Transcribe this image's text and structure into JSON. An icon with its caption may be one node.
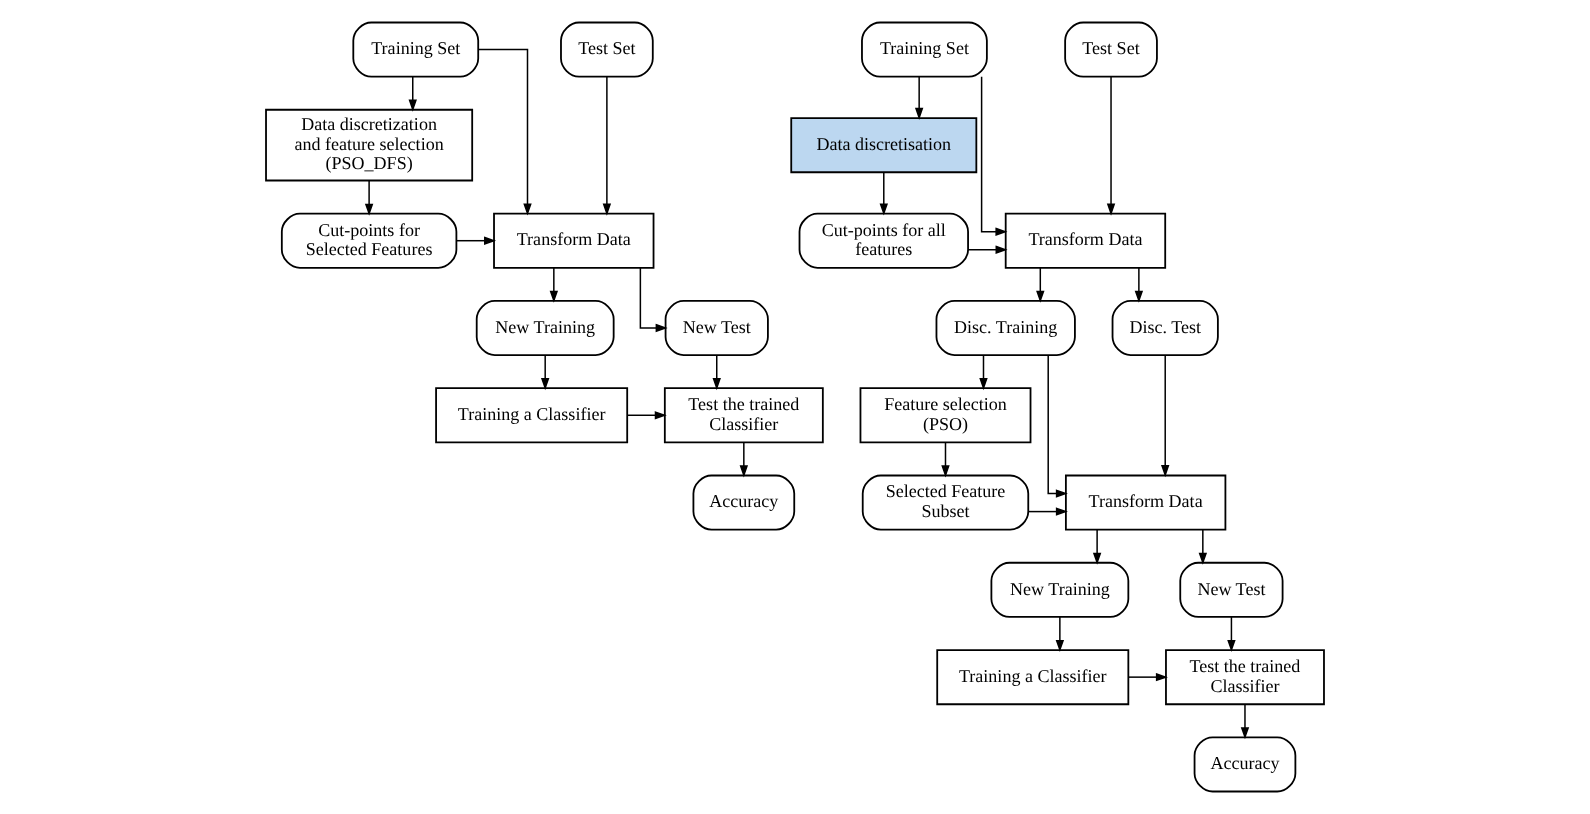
{
  "diagram": {
    "nodes": [
      {
        "text": [
          "Training Set"
        ]
      },
      {
        "text": [
          "Test Set"
        ]
      },
      {
        "text": [
          "Data discretization and feature selection (PSO_DFS)"
        ]
      },
      {
        "text": [
          "Cut-points for Selected Features"
        ]
      },
      {
        "text": [
          "Transform Data"
        ]
      },
      {
        "text": [
          "New Training"
        ]
      },
      {
        "text": [
          "New Test"
        ]
      },
      {
        "text": [
          "Training a Classifier"
        ]
      },
      {
        "text": [
          "Test the trained Classifier"
        ]
      },
      {
        "text": [
          "Accuracy"
        ]
      },
      {
        "text": [
          "Training Set"
        ]
      },
      {
        "text": [
          "Test Set"
        ]
      },
      {
        "text": [
          "Data discretisation"
        ]
      },
      {
        "text": [
          "Cut-points for all features"
        ]
      },
      {
        "text": [
          "Transform Data"
        ]
      },
      {
        "text": [
          "Disc. Training"
        ]
      },
      {
        "text": [
          "Disc. Test"
        ]
      },
      {
        "text": [
          "Feature selection (PSO)"
        ]
      },
      {
        "text": [
          "Selected Feature Subset"
        ]
      },
      {
        "text": [
          "Transform Data"
        ]
      },
      {
        "text": [
          "New Training"
        ]
      },
      {
        "text": [
          "New Test"
        ]
      },
      {
        "text": [
          "Training a Classifier"
        ]
      },
      {
        "text": [
          "Test the trained Classifier"
        ]
      },
      {
        "text": [
          "Accuracy"
        ]
      }
    ],
    "edges": [
      {
        "from": 0,
        "to": 2,
        "arrow": "to"
      },
      {
        "from": 0,
        "to": 4,
        "arrow": "to"
      },
      {
        "from": 1,
        "to": 4,
        "arrow": "to"
      },
      {
        "from": 2,
        "to": 3,
        "arrow": "to"
      },
      {
        "from": 3,
        "to": 4,
        "arrow": "to"
      },
      {
        "from": 4,
        "to": 5,
        "arrow": "to"
      },
      {
        "from": 4,
        "to": 6,
        "arrow": "to"
      },
      {
        "from": 5,
        "to": 7,
        "arrow": "to"
      },
      {
        "from": 6,
        "to": 8,
        "arrow": "to"
      },
      {
        "from": 7,
        "to": 8,
        "arrow": "to"
      },
      {
        "from": 8,
        "to": 9,
        "arrow": "to"
      },
      {
        "from": 10,
        "to": 12,
        "arrow": "to"
      },
      {
        "from": 10,
        "to": 14,
        "arrow": "to"
      },
      {
        "from": 11,
        "to": 14,
        "arrow": "to"
      },
      {
        "from": 12,
        "to": 13,
        "arrow": "to"
      },
      {
        "from": 13,
        "to": 14,
        "arrow": "to"
      },
      {
        "from": 14,
        "to": 15,
        "arrow": "to"
      },
      {
        "from": 14,
        "to": 16,
        "arrow": "to"
      },
      {
        "from": 15,
        "to": 17,
        "arrow": "to"
      },
      {
        "from": 15,
        "to": 19,
        "arrow": "to"
      },
      {
        "from": 16,
        "to": 19,
        "arrow": "to"
      },
      {
        "from": 17,
        "to": 18,
        "arrow": "to"
      },
      {
        "from": 18,
        "to": 19,
        "arrow": "to"
      },
      {
        "from": 19,
        "to": 20,
        "arrow": "to"
      },
      {
        "from": 19,
        "to": 21,
        "arrow": "to"
      },
      {
        "from": 20,
        "to": 22,
        "arrow": "to"
      },
      {
        "from": 21,
        "to": 23,
        "arrow": "to"
      },
      {
        "from": 22,
        "to": 23,
        "arrow": "to"
      },
      {
        "from": 23,
        "to": 24,
        "arrow": "to"
      }
    ]
  }
}
